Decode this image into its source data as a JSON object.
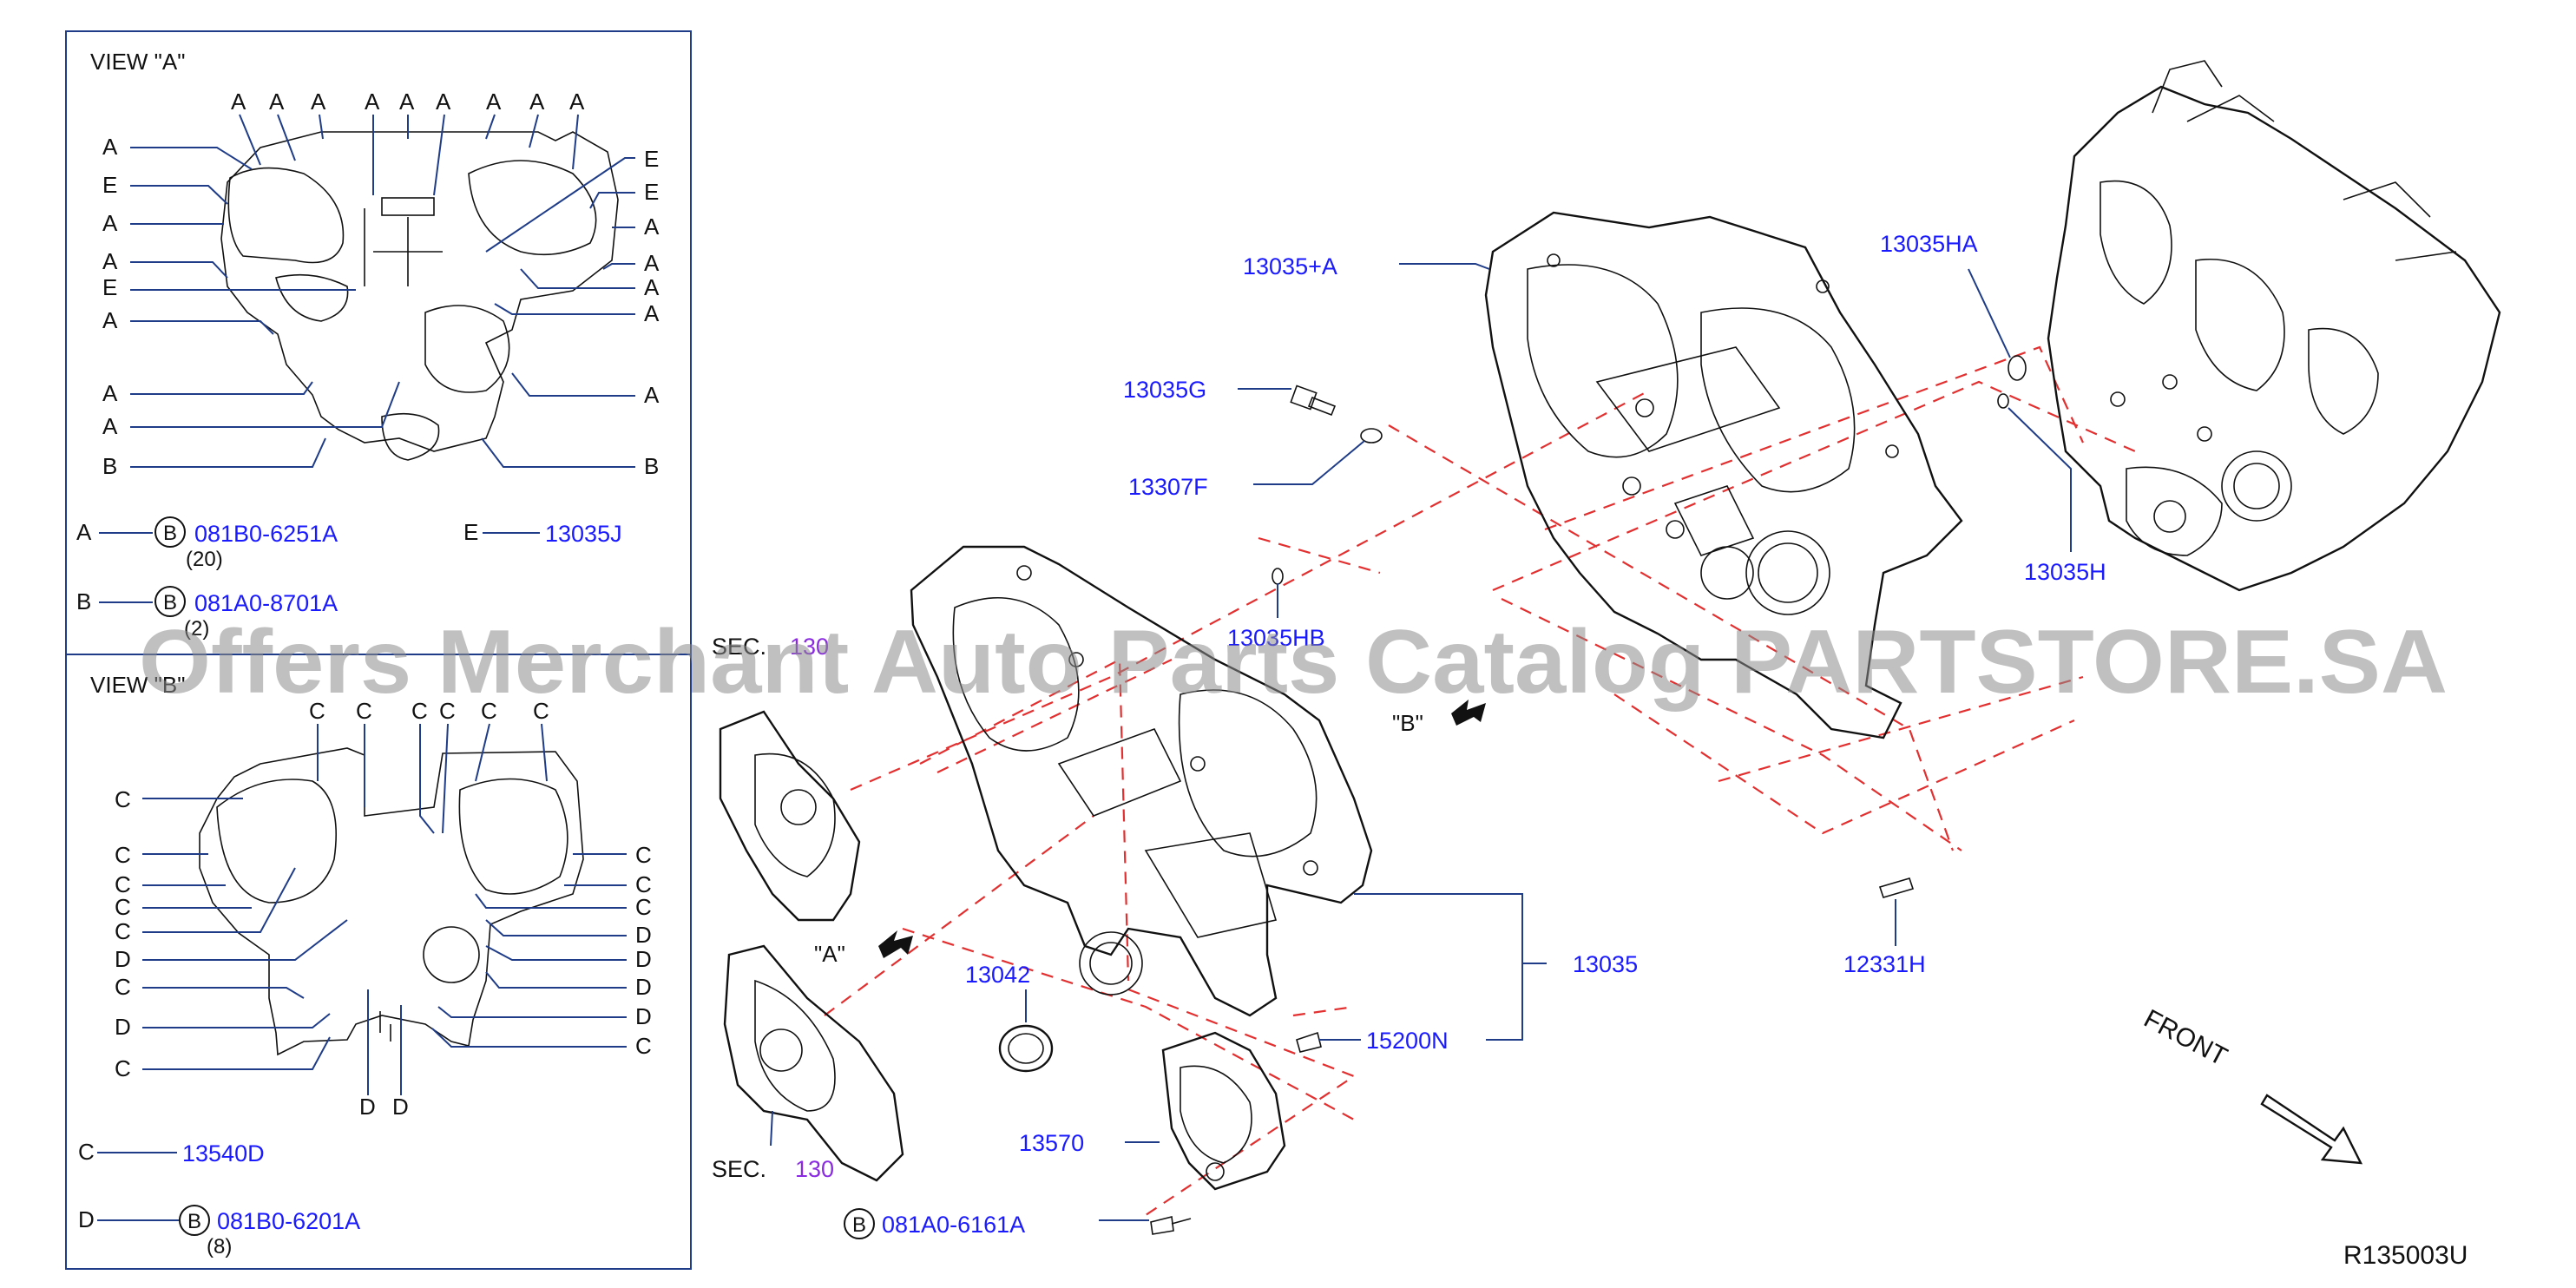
{
  "view_a": {
    "title": "VIEW \"A\"",
    "top_letters": [
      "A",
      "A",
      "A",
      "A",
      "A",
      "A",
      "A",
      "A",
      "A"
    ],
    "left_letters": [
      "A",
      "E",
      "A",
      "A",
      "E",
      "A",
      "A",
      "A",
      "B"
    ],
    "right_letters": [
      "E",
      "E",
      "A",
      "A",
      "A",
      "A",
      "A",
      "B"
    ],
    "legend": [
      {
        "letter": "A",
        "circle": "B",
        "part": "081B0-6251A",
        "qty": "(20)"
      },
      {
        "letter": "B",
        "circle": "B",
        "part": "081A0-8701A",
        "qty": "(2)"
      },
      {
        "letter": "E",
        "part": "13035J"
      }
    ]
  },
  "view_b": {
    "title": "VIEW \"B\"",
    "top_letters": [
      "C",
      "C",
      "C",
      "C",
      "C",
      "C"
    ],
    "left_letters": [
      "C",
      "C",
      "C",
      "C",
      "C",
      "D",
      "C",
      "D",
      "C"
    ],
    "right_letters": [
      "C",
      "C",
      "C",
      "D",
      "D",
      "D",
      "D",
      "C"
    ],
    "bottom_letters": [
      "D",
      "D"
    ],
    "legend": [
      {
        "letter": "C",
        "part": "13540D"
      },
      {
        "letter": "D",
        "circle": "B",
        "part": "081B0-6201A",
        "qty": "(8)"
      }
    ]
  },
  "callouts": {
    "p13035A": "13035+A",
    "p13035G": "13035G",
    "p13307F": "13307F",
    "p13035HB": "13035HB",
    "p13035HA": "13035HA",
    "p13035H": "13035H",
    "p13042": "13042",
    "p13035": "13035",
    "p15200N": "15200N",
    "p13570": "13570",
    "p12331H": "12331H",
    "p081A0_6161A": "081A0-6161A",
    "circle_b": "B"
  },
  "labels": {
    "sec_top": "SEC.",
    "sec_top_num": "130",
    "sec_bottom": "SEC.",
    "sec_bottom_num": "130",
    "view_a_marker": "\"A\"",
    "view_b_marker": "\"B\"",
    "front": "FRONT",
    "diagram_code": "R135003U"
  },
  "watermark": "Offers Merchant Auto Parts Catalog PARTSTORE.SA",
  "colors": {
    "callout_blue": "#1a1aff",
    "leader": "#1f3c88",
    "dash_red": "#e23030",
    "section_purple": "#8a2be2"
  }
}
